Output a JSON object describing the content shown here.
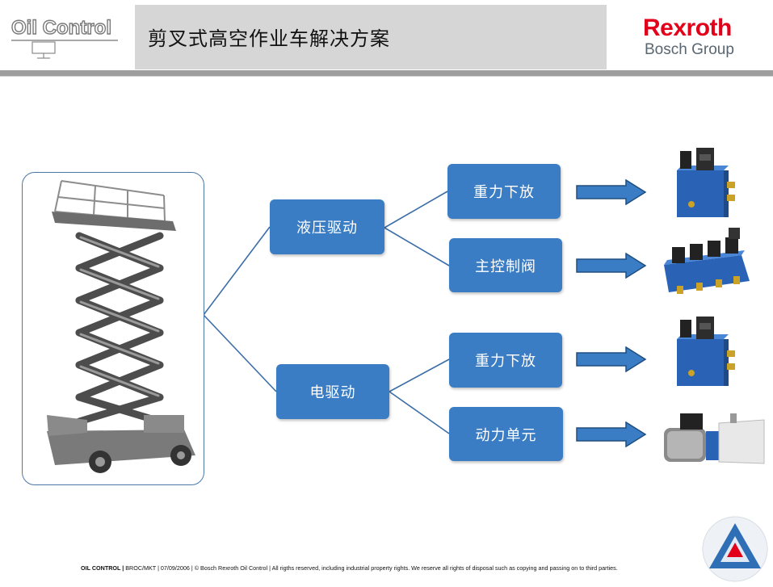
{
  "header": {
    "title": "剪叉式高空作业车解决方案",
    "logo_left": "Oil Control",
    "brand_name": "Rexroth",
    "brand_group": "Bosch Group"
  },
  "diagram": {
    "level1": [
      {
        "label": "液压驱动"
      },
      {
        "label": "电驱动"
      }
    ],
    "level2": [
      {
        "label": "重力下放"
      },
      {
        "label": "主控制阀"
      },
      {
        "label": "重力下放"
      },
      {
        "label": "动力单元"
      }
    ]
  },
  "footer": {
    "company": "OIL CONTROL |",
    "text": " BROC/MKT | 07/09/2006 | © Bosch Rexroth Oil Control | All rigths reserved, including industrial property rights. We reserve all rights of disposal such as copying and passing on to third parties."
  },
  "colors": {
    "box_blue": "#3b7dc4",
    "line_blue": "#3c6ea8",
    "rexroth_red": "#e2001a",
    "header_gray": "#d6d6d6"
  }
}
